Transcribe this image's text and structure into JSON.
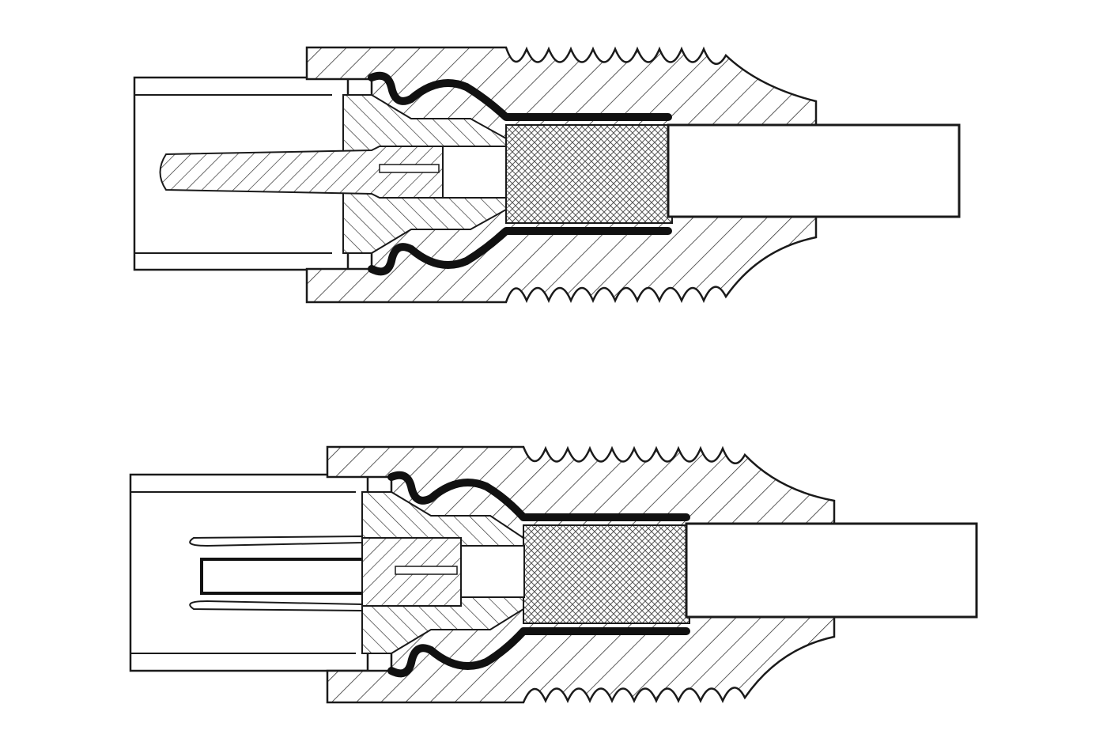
{
  "diagram": {
    "description_visible_text": "",
    "connectors": [
      {
        "id": "male",
        "pin": "solid-pin"
      },
      {
        "id": "female",
        "pin": "socket-sleeve"
      }
    ],
    "colors": {
      "background": "#ffffff",
      "line": "#1a1a1a",
      "shell": "#111111",
      "hatch": "#333333",
      "mesh": "#555555"
    }
  }
}
